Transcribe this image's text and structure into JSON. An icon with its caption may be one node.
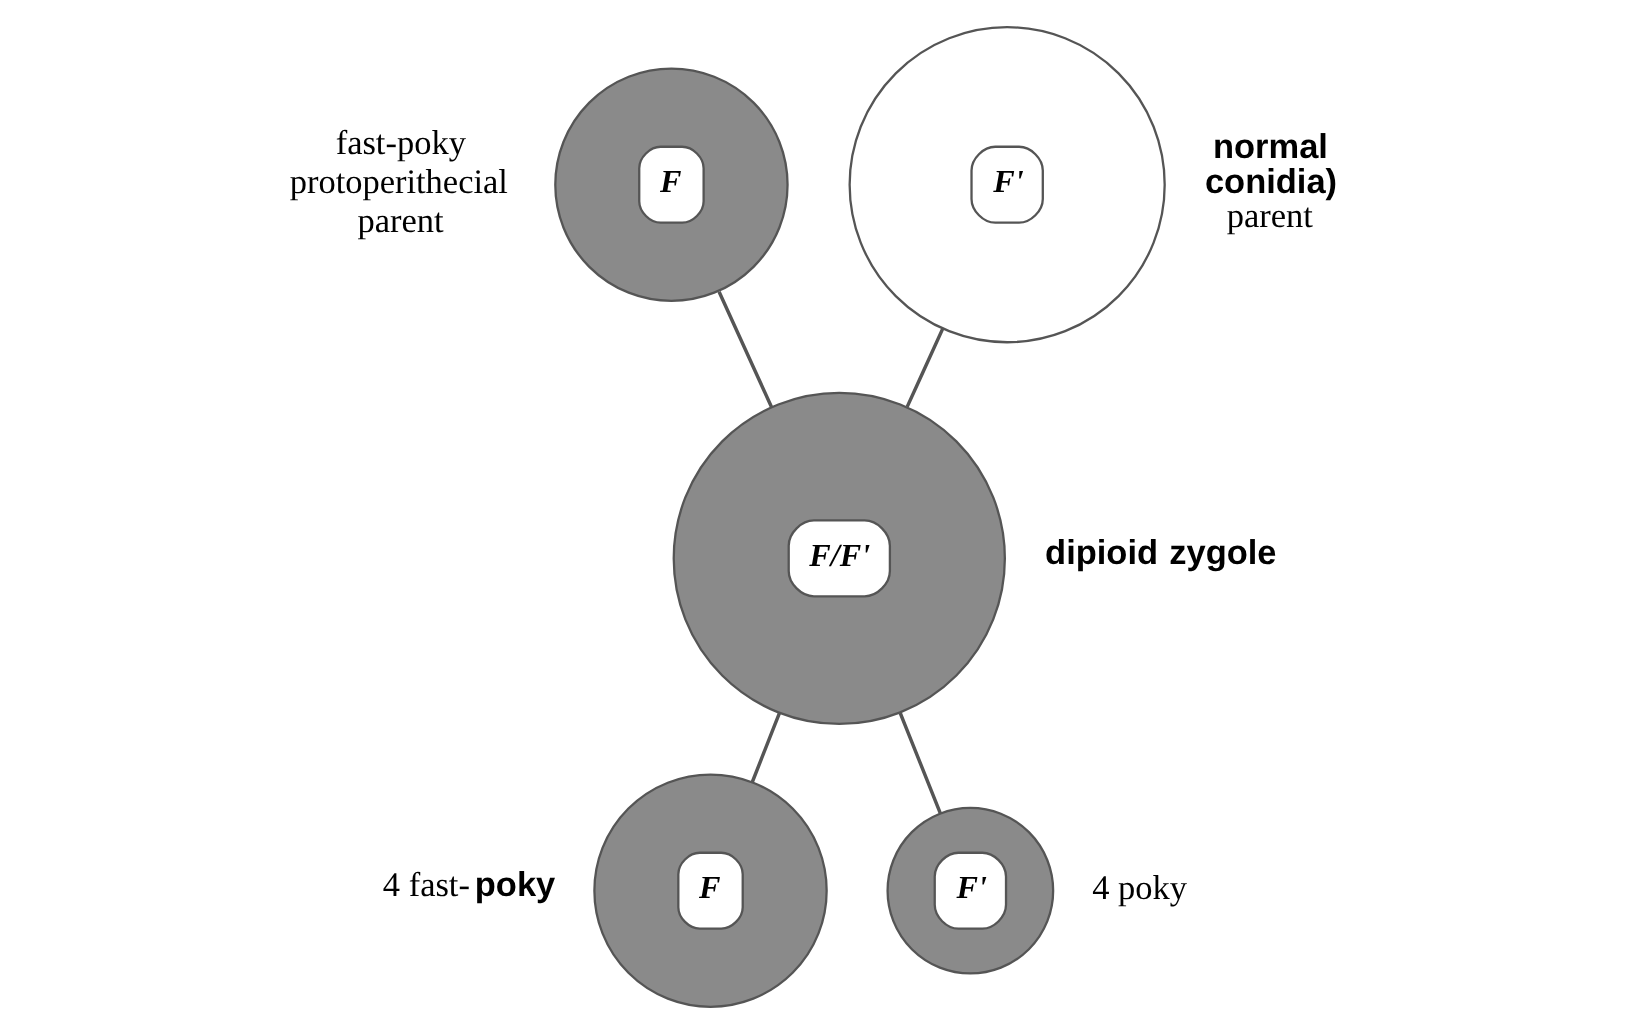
{
  "diagram": {
    "nodes": [
      {
        "text": [
          "F"
        ],
        "beside": [
          "fast-poky protoperithecial parent"
        ]
      },
      {
        "text": [
          "F'"
        ],
        "beside": [
          "**normal conidia)** parent"
        ]
      },
      {
        "text": [
          "F/F'"
        ],
        "beside": [
          "dipioid zygole"
        ]
      },
      {
        "text": [
          "F"
        ],
        "beside": [
          "4 fast-**poky**"
        ]
      },
      {
        "text": [
          "F'"
        ],
        "beside": [
          "4 poky"
        ]
      }
    ],
    "edges": [
      {
        "from": 0,
        "to": 2,
        "arrow": "none"
      },
      {
        "from": 1,
        "to": 2,
        "arrow": "none"
      },
      {
        "from": 2,
        "to": 3,
        "arrow": "none"
      },
      {
        "from": 2,
        "to": 4,
        "arrow": "none"
      }
    ]
  }
}
